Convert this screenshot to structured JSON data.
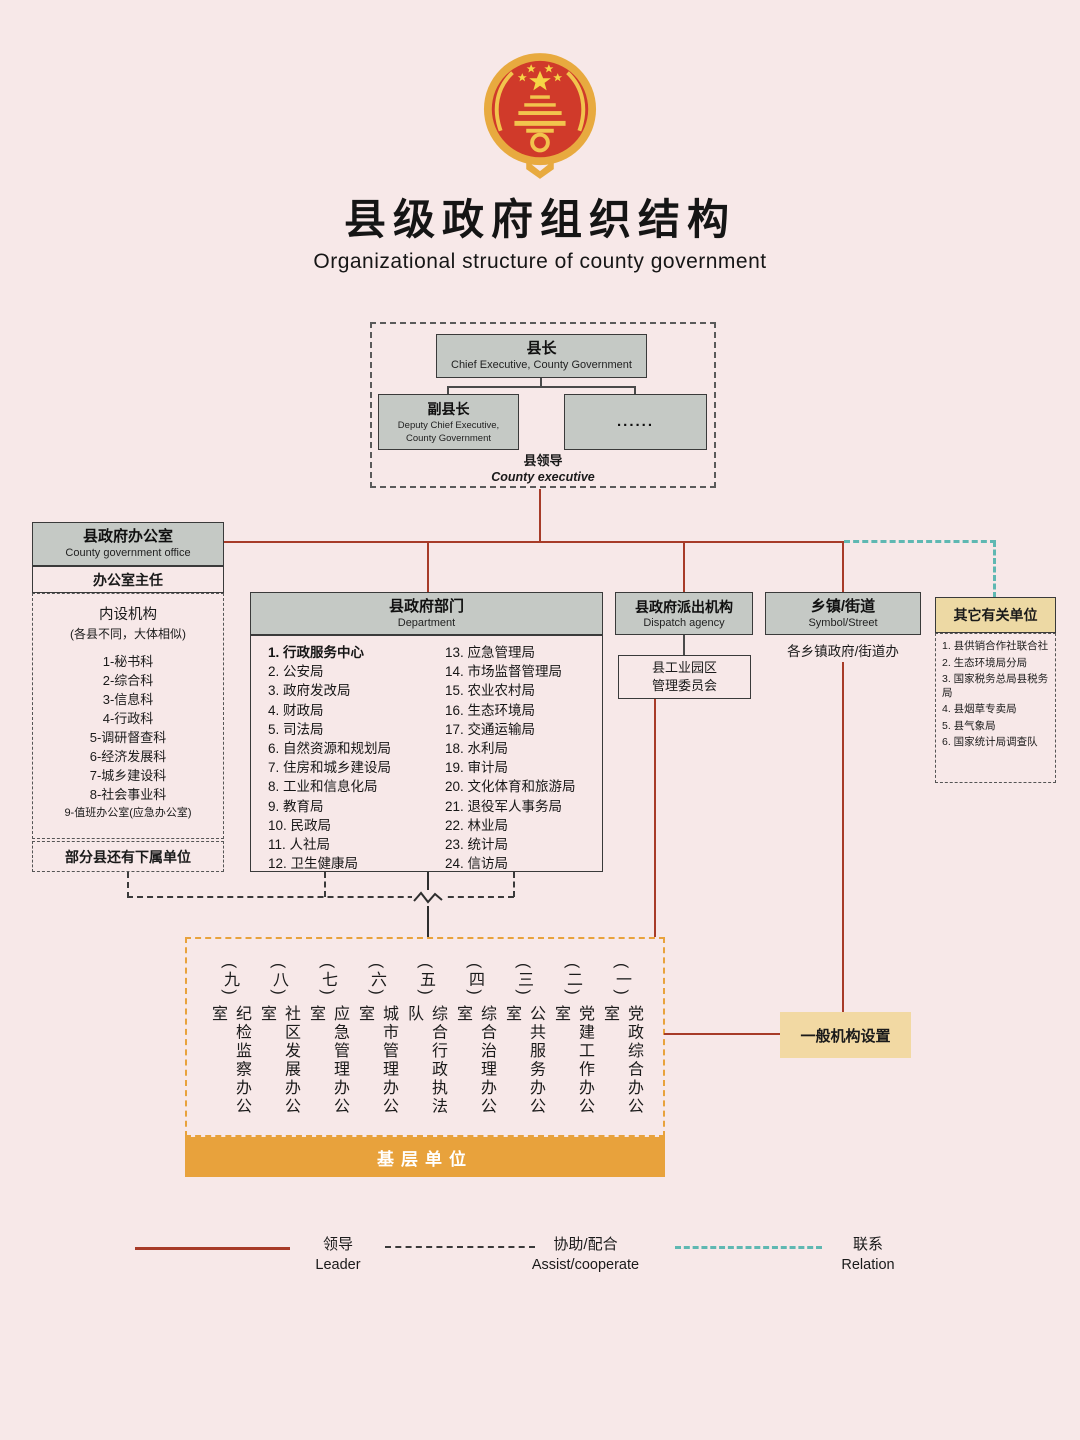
{
  "page": {
    "title": "县级政府组织结构",
    "subtitle": "Organizational structure of county government"
  },
  "colors": {
    "background": "#f7e8e8",
    "box_gray": "#c5c9c5",
    "tan_box": "#edd9a4",
    "orange_accent": "#e8a23c",
    "leader_line": "#a73b28",
    "assist_line": "#3a3a3a",
    "relation_line": "#5fb8b2"
  },
  "leadership": {
    "chief_zh": "县长",
    "chief_en": "Chief Executive, County Government",
    "deputy_zh": "副县长",
    "deputy_en_line1": "Deputy Chief Executive,",
    "deputy_en_line2": "County Government",
    "others": "......",
    "group_label_zh": "县领导",
    "group_label_en": "County executive"
  },
  "office": {
    "title_zh": "县政府办公室",
    "title_en": "County government office",
    "director": "办公室主任",
    "internal_title": "内设机构",
    "internal_note": "(各县不同，大体相似)",
    "items": [
      "1-秘书科",
      "2-综合科",
      "3-信息科",
      "4-行政科",
      "5-调研督查科",
      "6-经济发展科",
      "7-城乡建设科",
      "8-社会事业科",
      "9-值班办公室(应急办公室)"
    ],
    "footnote": "部分县还有下属单位"
  },
  "departments": {
    "title_zh": "县政府部门",
    "title_en": "Department",
    "col1": [
      "1. 行政服务中心",
      "2. 公安局",
      "3. 政府发改局",
      "4. 财政局",
      "5. 司法局",
      "6. 自然资源和规划局",
      "7. 住房和城乡建设局",
      "8. 工业和信息化局",
      "9. 教育局",
      "10. 民政局",
      "11. 人社局",
      "12. 卫生健康局"
    ],
    "col2": [
      "13. 应急管理局",
      "14. 市场监督管理局",
      "15. 农业农村局",
      "16. 生态环境局",
      "17. 交通运输局",
      "18. 水利局",
      "19. 审计局",
      "20. 文化体育和旅游局",
      "21. 退役军人事务局",
      "22. 林业局",
      "23. 统计局",
      "24. 信访局"
    ]
  },
  "dispatch": {
    "title_zh": "县政府派出机构",
    "title_en": "Dispatch agency",
    "item_line1": "县工业园区",
    "item_line2": "管理委员会"
  },
  "township": {
    "title_zh": "乡镇/街道",
    "title_en": "Symbol/Street",
    "item": "各乡镇政府/街道办"
  },
  "other_units": {
    "title": "其它有关单位",
    "items": [
      "1. 县供销合作社联合社",
      "2. 生态环境局分局",
      "3. 国家税务总局县税务局",
      "4. 县烟草专卖局",
      "5. 县气象局",
      "6. 国家统计局调查队"
    ]
  },
  "general_box": {
    "label": "一般机构设置"
  },
  "grassroots": {
    "bar_label": "基层单位",
    "columns": [
      {
        "num": "(九)",
        "text": "纪检监察办公室"
      },
      {
        "num": "(八)",
        "text": "社区发展办公室"
      },
      {
        "num": "(七)",
        "text": "应急管理办公室"
      },
      {
        "num": "(六)",
        "text": "城市管理办公室"
      },
      {
        "num": "(五)",
        "text": "综合行政执法队"
      },
      {
        "num": "(四)",
        "text": "综合治理办公室"
      },
      {
        "num": "(三)",
        "text": "公共服务办公室"
      },
      {
        "num": "(二)",
        "text": "党建工作办公室"
      },
      {
        "num": "(一)",
        "text": "党政综合办公室"
      }
    ]
  },
  "legend": {
    "leader_zh": "领导",
    "leader_en": "Leader",
    "assist_zh": "协助/配合",
    "assist_en": "Assist/cooperate",
    "relation_zh": "联系",
    "relation_en": "Relation"
  }
}
